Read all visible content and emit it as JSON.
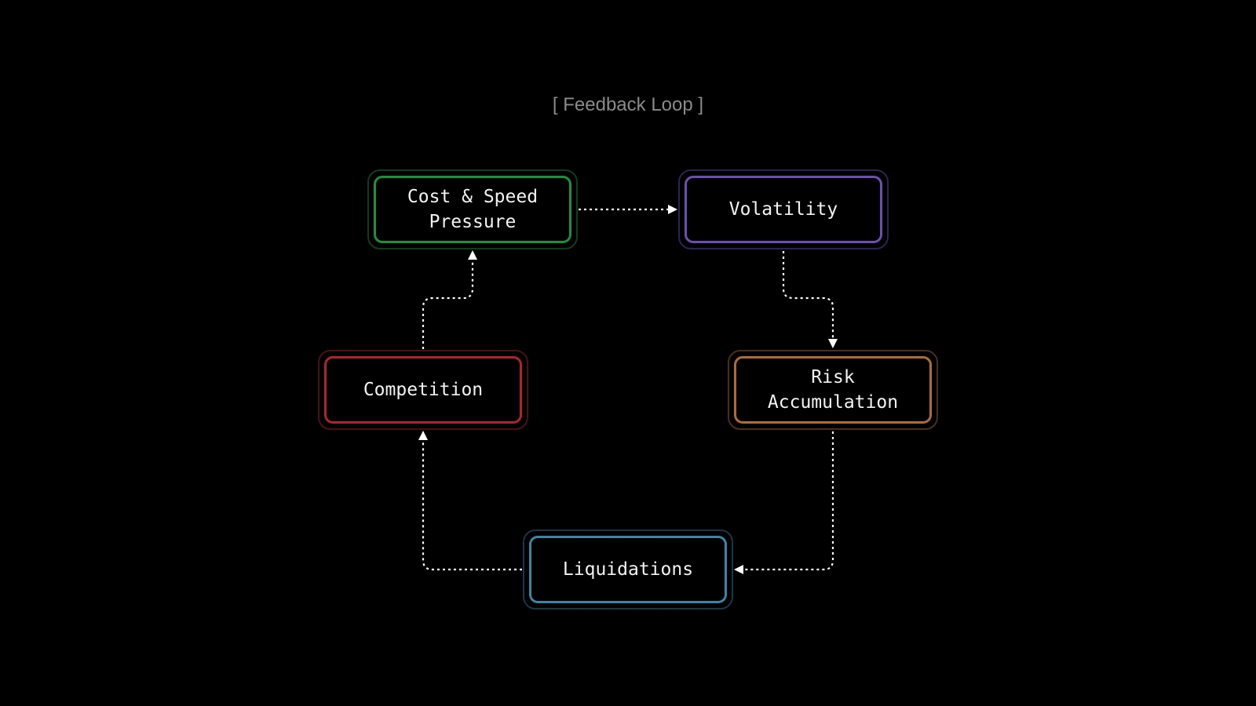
{
  "title": "[ Feedback Loop ]",
  "nodes": [
    {
      "id": "cost",
      "label": "Cost & Speed\nPressure",
      "color": "#1f8f3f",
      "outer_color": "#0f3d1c"
    },
    {
      "id": "volatility",
      "label": "Volatility",
      "color": "#6c4fb0",
      "outer_color": "#2c2350"
    },
    {
      "id": "risk",
      "label": "Risk\nAccumulation",
      "color": "#b06a33",
      "outer_color": "#4a2e18"
    },
    {
      "id": "liquidations",
      "label": "Liquidations",
      "color": "#3a86a6",
      "outer_color": "#173646"
    },
    {
      "id": "competition",
      "label": "Competition",
      "color": "#b0232b",
      "outer_color": "#4a1014"
    }
  ],
  "edges": [
    {
      "from": "cost",
      "to": "volatility"
    },
    {
      "from": "volatility",
      "to": "risk"
    },
    {
      "from": "risk",
      "to": "liquidations"
    },
    {
      "from": "liquidations",
      "to": "competition"
    },
    {
      "from": "competition",
      "to": "cost"
    }
  ],
  "connector_color": "#ffffff"
}
